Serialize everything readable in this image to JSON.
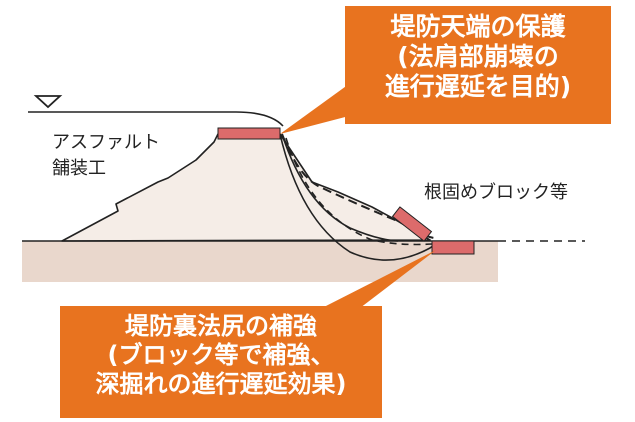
{
  "colors": {
    "callout_fill": "#e8731f",
    "ground_fill": "#e9d7cc",
    "levee_fill": "#f5ede7",
    "asphalt_fill": "#dc6b6b",
    "line": "#222222"
  },
  "callouts": {
    "top": {
      "title": "堤防天端の保護",
      "line2": "(法肩部崩壊の",
      "line3": "進行遅延を目的)"
    },
    "bottom": {
      "title": "堤防裏法尻の補強",
      "line2": "(ブロック等で補強、",
      "line3": "深掘れの進行遅延効果)"
    }
  },
  "labels": {
    "asphalt_line1": "アスファルト",
    "asphalt_line2": "舗装工",
    "foot_block": "根固めブロック等"
  },
  "icons": {
    "water_level": "water-level-triangle-icon"
  }
}
